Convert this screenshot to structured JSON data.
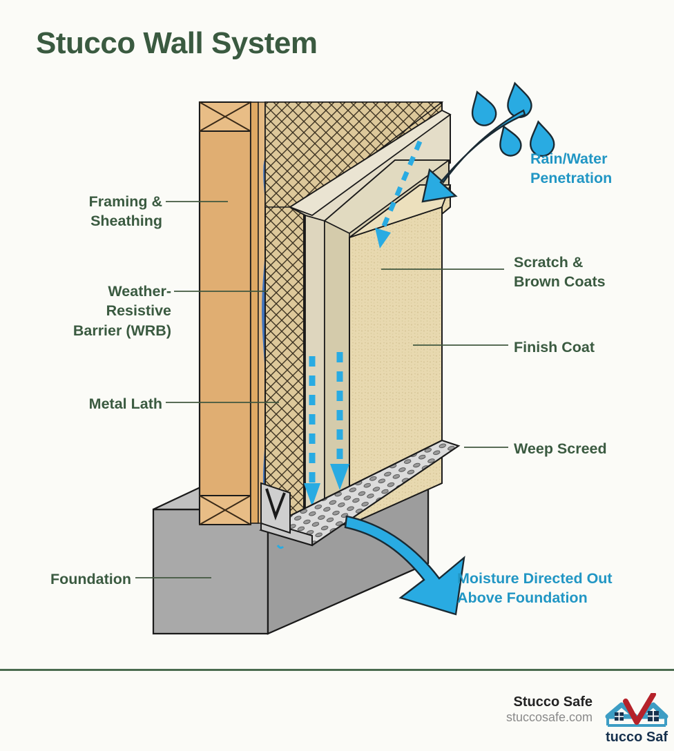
{
  "page": {
    "title": "Stucco Wall System",
    "background_color": "#fbfbf7",
    "title_color": "#3a5a40",
    "accent_blue": "#29abe2",
    "label_green": "#3a5a40",
    "divider_color": "#4a6b4f"
  },
  "labels": {
    "left": [
      {
        "id": "framing-sheathing",
        "line1": "Framing &",
        "line2": "Sheathing"
      },
      {
        "id": "wrb",
        "line1": "Weather-",
        "line2": "Resistive",
        "line3": "Barrier (WRB)"
      },
      {
        "id": "metal-lath",
        "line1": "Metal Lath"
      },
      {
        "id": "foundation",
        "line1": "Foundation"
      }
    ],
    "right": [
      {
        "id": "rain-water",
        "line1": "Rain/Water",
        "line2": "Penetration",
        "color": "#29abe2"
      },
      {
        "id": "scratch-brown",
        "line1": "Scratch &",
        "line2": "Brown Coats",
        "color": "#3a5a40"
      },
      {
        "id": "finish-coat",
        "line1": "Finish Coat",
        "color": "#3a5a40"
      },
      {
        "id": "weep-screed",
        "line1": "Weep Screed",
        "color": "#3a5a40"
      },
      {
        "id": "moisture-out",
        "line1": "Moisture Directed Out",
        "line2": "Above Foundation",
        "color": "#29abe2"
      }
    ]
  },
  "diagram": {
    "layers": [
      {
        "name": "framing-sheathing",
        "color": "#e3b277"
      },
      {
        "name": "weather-resistive-barrier",
        "color": "#4a7ec4"
      },
      {
        "name": "metal-lath",
        "color": "#3c3221"
      },
      {
        "name": "scratch-coat",
        "color": "#ded6be"
      },
      {
        "name": "brown-coat",
        "color": "#d6cdb0"
      },
      {
        "name": "finish-coat",
        "color": "#e8d9b0"
      },
      {
        "name": "weep-screed",
        "color": "#d9d9d9"
      },
      {
        "name": "foundation",
        "color": "#a6a6a6"
      }
    ],
    "raindrop_count": 4,
    "flow_arrows": 2
  },
  "footer": {
    "brand": "Stucco Safe",
    "site": "stuccosafe.com",
    "logo_text": "tucco Saf",
    "logo_roof_color": "#3d9dc4",
    "logo_check_color": "#b5222a"
  }
}
